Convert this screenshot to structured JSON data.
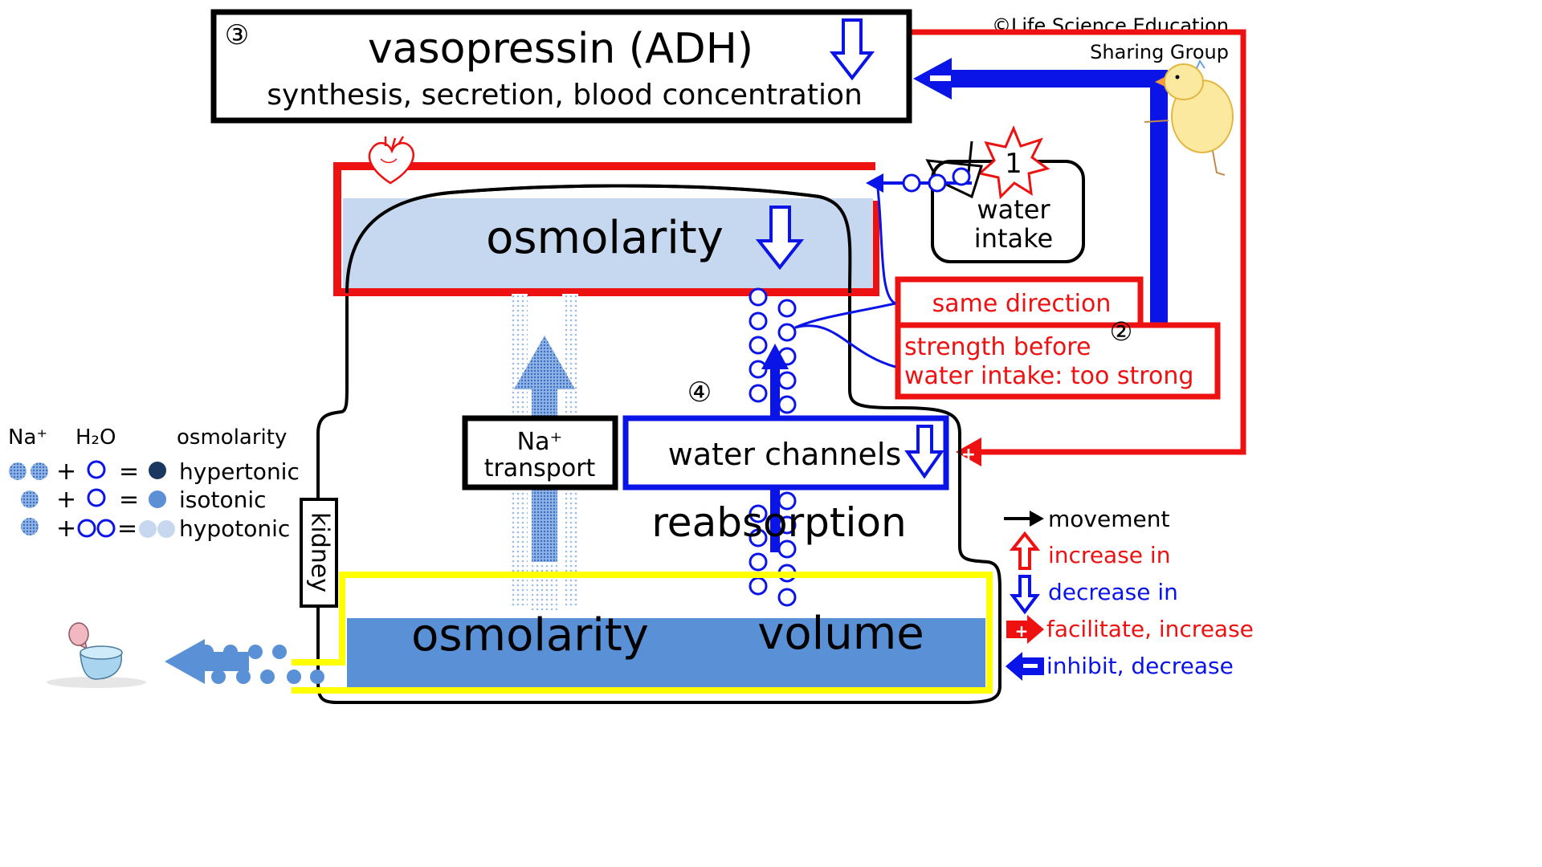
{
  "copyright": {
    "line1": "©Life Science Education",
    "line2": "Sharing Group"
  },
  "vasopressin_box": {
    "number": "③",
    "title": "vasopressin (ADH)",
    "subtitle": "synthesis, secretion, blood concentration"
  },
  "blood": {
    "label": "osmolarity"
  },
  "water_intake": {
    "number": "1",
    "line1": "water",
    "line2": "intake"
  },
  "callout": {
    "same_direction": "same direction",
    "number": "②",
    "strength_line1": "strength before",
    "strength_line2": "water intake: too strong"
  },
  "step4": {
    "number": "④"
  },
  "na_transport": {
    "line1": "Na⁺",
    "line2": "transport"
  },
  "water_channels": {
    "label": "water channels"
  },
  "reabsorption": {
    "label": "reabsorption"
  },
  "kidney": {
    "label": "kidney"
  },
  "urine": {
    "osmolarity": "osmolarity",
    "volume": "volume"
  },
  "solute_legend": {
    "col_na": "Na⁺",
    "col_h2o": "H₂O",
    "col_osm": "osmolarity",
    "plus": "+",
    "equals": "=",
    "rows": [
      "hypertonic",
      "isotonic",
      "hypotonic"
    ]
  },
  "arrow_legend": {
    "movement": "movement",
    "increase": "increase in",
    "decrease": "decrease in",
    "facilitate": "facilitate, increase",
    "inhibit": "inhibit, decrease"
  },
  "colors": {
    "red": "#ee1111",
    "blue": "#0a14e6",
    "black": "#000000",
    "yellow": "#ffff00",
    "plasma_light": "#c5d8ef",
    "urine_blue": "#5a90d6",
    "hypertonic": "#1a3760",
    "isotonic": "#5b90d5",
    "hypotonic": "#c7d7ef"
  },
  "icons": [
    "heart-icon",
    "cup-icon",
    "chick-icon",
    "toilet-icon"
  ]
}
